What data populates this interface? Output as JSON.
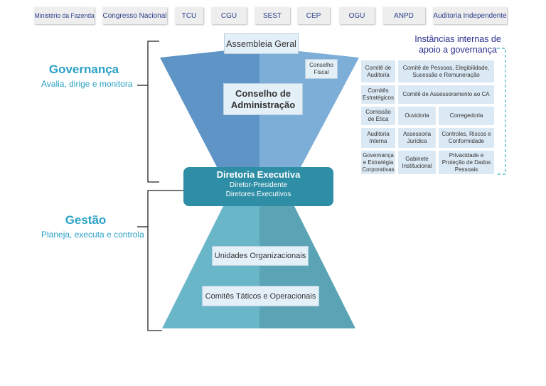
{
  "top_bar": [
    "Ministério da Fazenda",
    "Congresso Nacional",
    "TCU",
    "CGU",
    "SEST",
    "CEP",
    "OGU",
    "ANPD",
    "Auditoria Independente"
  ],
  "governanca": {
    "title": "Governança",
    "subtitle": "Avalia, dirige e monitora"
  },
  "gestao": {
    "title": "Gestão",
    "subtitle": "Planeja, executa e controla"
  },
  "assembleia": "Assembleia Geral",
  "conselho_fiscal": "Conselho Fiscal",
  "conselho_admin": "Conselho de Administração",
  "diretoria": {
    "title": "Diretoria Executiva",
    "line1": "Diretor-Presidente",
    "line2": "Diretores Executivos"
  },
  "unidades": "Unidades Organizacionais",
  "comites_taticos": "Comitês Táticos e Operacionais",
  "instancias": {
    "title": "Instâncias internas de apoio a governança",
    "items": [
      "Comitê de Auditoria",
      "Comitê de Pessoas, Elegibilidade, Sucessão e Remuneração",
      "Comitês Estratégicos",
      "Comitê de Assessoramento ao CA",
      "Comissão de Ética",
      "Ouvidoria",
      "Corregedoria",
      "Auditoria Interna",
      "Assessoria Jurídica",
      "Controles, Riscos e Conformidade",
      "Governança e Estratégia Corporativas",
      "Gabinete Institucional",
      "Privacidade e Proteção de Dados Pessoais"
    ]
  },
  "colors": {
    "upper_funnel_left": "#5e95c6",
    "upper_funnel_right": "#7daed8",
    "lower_funnel_left": "#6ab6c9",
    "lower_funnel_right": "#5aa4b6",
    "diretoria": "#2e8ea6",
    "accent": "#2aa1c6",
    "instancias_title": "#2b2f8f"
  }
}
